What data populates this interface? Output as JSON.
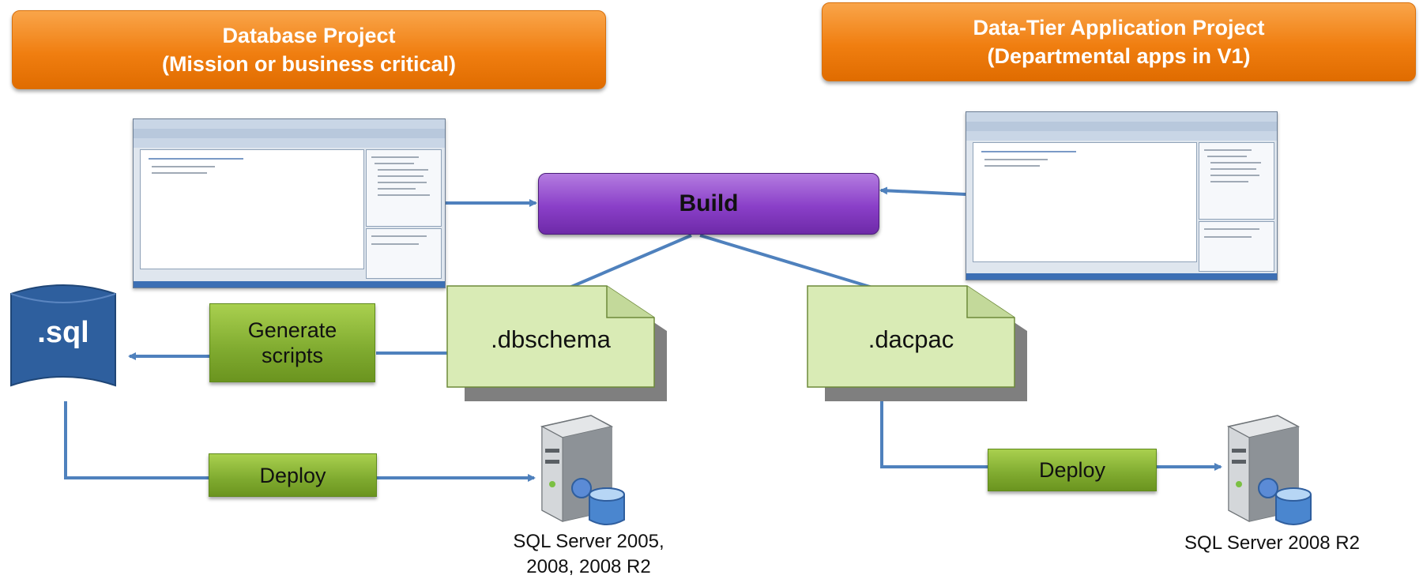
{
  "headers": {
    "left": {
      "line1": "Database Project",
      "line2": "(Mission or business critical)"
    },
    "right": {
      "line1": "Data-Tier Application Project",
      "line2": "(Departmental apps in V1)"
    }
  },
  "build_label": "Build",
  "artifacts": {
    "dbschema": ".dbschema",
    "dacpac": ".dacpac",
    "sql": ".sql"
  },
  "actions": {
    "generate_scripts": {
      "line1": "Generate",
      "line2": "scripts"
    },
    "deploy_left": "Deploy",
    "deploy_right": "Deploy"
  },
  "servers": {
    "left": {
      "line1": "SQL Server 2005,",
      "line2": "2008, 2008 R2"
    },
    "right": {
      "line1": "SQL Server 2008 R2"
    }
  },
  "colors": {
    "header_orange": "#f08a1e",
    "build_purple": "#8a3fc8",
    "action_green": "#7faa2f",
    "doc_green": "#d9ebb5",
    "sql_blue": "#2e5f9e",
    "arrow_blue": "#4f81bd"
  },
  "icons": {
    "server": "server-database-icon",
    "sql_file": "sql-script-icon",
    "document": "document-folded-corner-icon",
    "ide": "visual-studio-screenshot"
  }
}
